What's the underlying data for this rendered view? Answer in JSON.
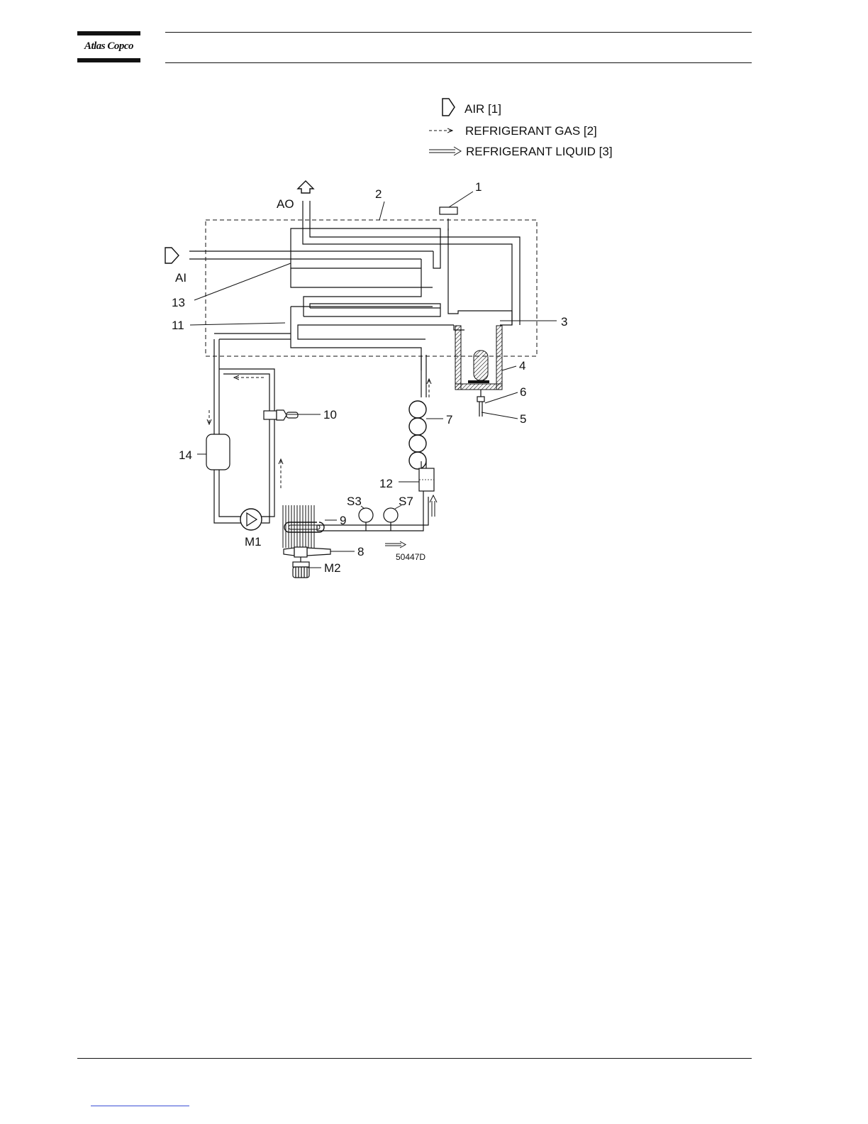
{
  "header": {
    "logo_text": "Atlas Copco"
  },
  "legend": {
    "air": "AIR   [1]",
    "gas": "REFRIGERANT GAS   [2]",
    "liquid": "REFRIGERANT LIQUID  [3]"
  },
  "diagram": {
    "air_outlet": "AO",
    "air_inlet": "AI",
    "figure_code": "50447D",
    "callouts": {
      "c1": "1",
      "c2": "2",
      "c3": "3",
      "c4": "4",
      "c5": "5",
      "c6": "6",
      "c7": "7",
      "c8": "8",
      "c9": "9",
      "c10": "10",
      "c11": "11",
      "c12": "12",
      "c13": "13",
      "c14": "14",
      "s3": "S3",
      "s7": "S7",
      "m1": "M1",
      "m2": "M2"
    }
  },
  "colors": {
    "ink": "#111111",
    "link": "#3b4fd6"
  }
}
